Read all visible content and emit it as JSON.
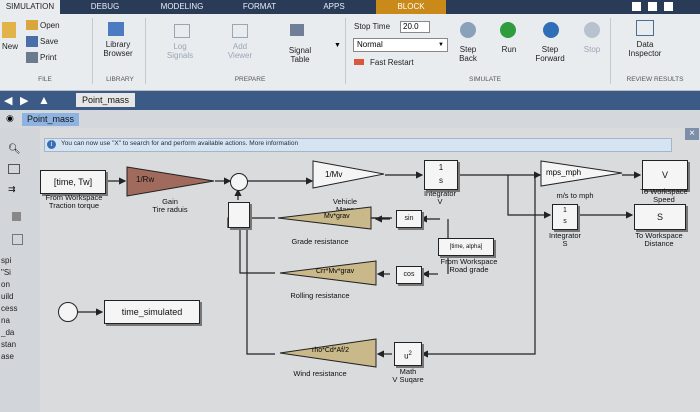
{
  "tabs": [
    {
      "label": "SIMULATION",
      "active": true
    },
    {
      "label": "DEBUG"
    },
    {
      "label": "MODELING"
    },
    {
      "label": "FORMAT"
    },
    {
      "label": "APPS"
    },
    {
      "label": "BLOCK"
    }
  ],
  "ribbon": {
    "file": {
      "new": "New",
      "open": "Open",
      "save": "Save",
      "print": "Print",
      "section": "FILE"
    },
    "library": {
      "browser_line1": "Library",
      "browser_line2": "Browser",
      "section": "LIBRARY"
    },
    "prepare": {
      "log_line1": "Log",
      "log_line2": "Signals",
      "add_line1": "Add",
      "add_line2": "Viewer",
      "signal_line1": "Signal",
      "signal_line2": "Table",
      "section": "PREPARE"
    },
    "simulate": {
      "stop_time_label": "Stop Time",
      "stop_time_value": "20.0",
      "mode": "Normal",
      "fast_restart": "Fast Restart",
      "step_back_line1": "Step",
      "step_back_line2": "Back",
      "run": "Run",
      "step_forward_line1": "Step",
      "step_forward_line2": "Forward",
      "stop": "Stop",
      "section": "SIMULATE"
    },
    "review": {
      "data_line1": "Data",
      "data_line2": "Inspector",
      "section": "REVIEW RESULTS"
    }
  },
  "nav": {
    "breadcrumb": "Point_mass",
    "model_tab": "Point_mass"
  },
  "info_message": "You can now use \"X\" to search for and perform available actions. More information",
  "sidebar_fragments": [
    "spi",
    "\"Si",
    "on",
    "uild",
    "cess",
    "na",
    "_da",
    "stan",
    "ase"
  ],
  "blocks": {
    "from_ws_value": "[time, Tw]",
    "from_ws_name1": "From Workspace",
    "from_ws_name2": "Traction torque",
    "gain_value": "1/Rw",
    "gain_name1": "Gain",
    "gain_name2": "Tire raduis",
    "vm_value": "1/Mv",
    "vm_name1": "Vehicle",
    "vm_name2": "Mass",
    "int1_name1": "Integrator",
    "int1_name2": "V",
    "mph_value": "mps_mph",
    "mph_name": "m/s to mph",
    "speed_value": "V",
    "speed_name1": "To Workspace",
    "speed_name2": "Speed",
    "int2_name1": "Integrator",
    "int2_name2": "S",
    "dist_value": "S",
    "dist_name1": "To Workspace",
    "dist_name2": "Distance",
    "grade_value": "Mv*grav",
    "grade_name": "Grade resistance",
    "sin_value": "sin",
    "road_value": "[time, alpha]",
    "road_name1": "From Workspace",
    "road_name2": "Road grade",
    "roll_value": "Crr*Mv*grav",
    "roll_name": "Rolling resistance",
    "cos_value": "cos",
    "wind_value": "rho*Cd*Af/2",
    "wind_name": "Wind resistance",
    "sq_value": "u",
    "sq_sup": "2",
    "sq_name1": "Math",
    "sq_name2": "V Suqare",
    "clock_out": "time_simulated"
  },
  "colors": {
    "accent_tab": "#c98a1a",
    "gain_fill": "#a06a5c",
    "nav": "#3c5a86"
  }
}
